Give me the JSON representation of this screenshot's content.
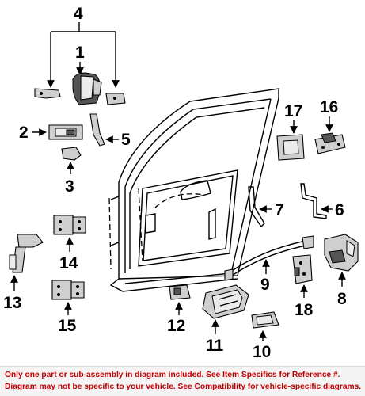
{
  "callouts": {
    "c1": "1",
    "c2": "2",
    "c3": "3",
    "c4": "4",
    "c5": "5",
    "c6": "6",
    "c7": "7",
    "c8": "8",
    "c9": "9",
    "c10": "10",
    "c11": "11",
    "c12": "12",
    "c13": "13",
    "c14": "14",
    "c15": "15",
    "c16": "16",
    "c17": "17",
    "c18": "18"
  },
  "footer": {
    "line1": "Only one part or sub-assembly in diagram included. See Item Specifics for Reference #.",
    "line2": "Diagram may not be specific to your vehicle. See Compatibility for vehicle-specific diagrams."
  }
}
